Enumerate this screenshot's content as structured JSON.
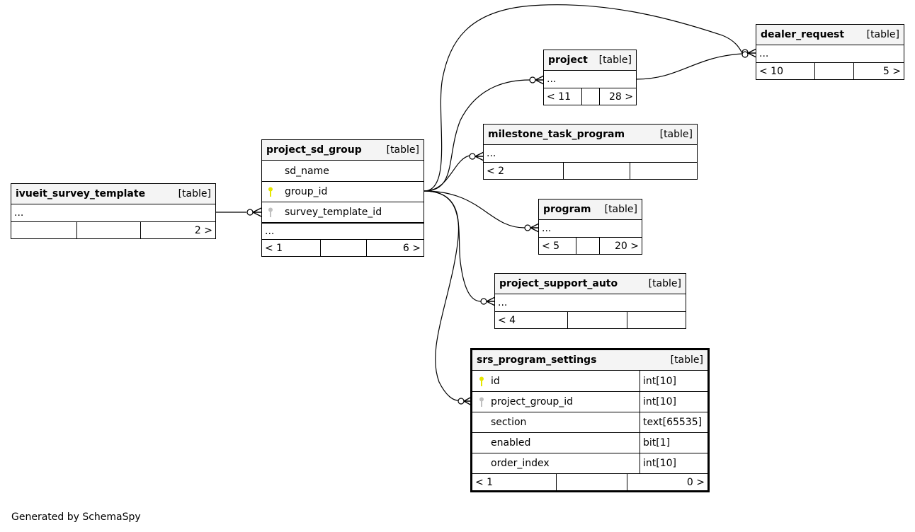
{
  "diagram": {
    "generator_label": "Generated by SchemaSpy",
    "colors": {
      "primary_key": "#e6e600",
      "foreign_key": "#c0c0c0",
      "header_bg": "#f4f4f4"
    },
    "tables": {
      "ivueit_survey_template": {
        "name": "ivueit_survey_template",
        "kind": "[table]",
        "ellipsis": "...",
        "parents": "",
        "children": "2 >"
      },
      "project_sd_group": {
        "name": "project_sd_group",
        "kind": "[table]",
        "columns": [
          {
            "name": "sd_name",
            "key": "none"
          },
          {
            "name": "group_id",
            "key": "primary-key"
          },
          {
            "name": "survey_template_id",
            "key": "foreign-key"
          }
        ],
        "ellipsis": "...",
        "parents": "< 1",
        "children": "6 >"
      },
      "dealer_request": {
        "name": "dealer_request",
        "kind": "[table]",
        "ellipsis": "...",
        "parents": "< 10",
        "children": "5 >"
      },
      "project": {
        "name": "project",
        "kind": "[table]",
        "ellipsis": "...",
        "parents": "< 11",
        "children": "28 >"
      },
      "milestone_task_program": {
        "name": "milestone_task_program",
        "kind": "[table]",
        "ellipsis": "...",
        "parents": "< 2",
        "children": ""
      },
      "program": {
        "name": "program",
        "kind": "[table]",
        "ellipsis": "...",
        "parents": "< 5",
        "children": "20 >"
      },
      "project_support_auto": {
        "name": "project_support_auto",
        "kind": "[table]",
        "ellipsis": "...",
        "parents": "< 4",
        "children": ""
      },
      "srs_program_settings": {
        "name": "srs_program_settings",
        "kind": "[table]",
        "columns": [
          {
            "name": "id",
            "type": "int[10]",
            "key": "primary-key"
          },
          {
            "name": "project_group_id",
            "type": "int[10]",
            "key": "foreign-key"
          },
          {
            "name": "section",
            "type": "text[65535]",
            "key": "none"
          },
          {
            "name": "enabled",
            "type": "bit[1]",
            "key": "none"
          },
          {
            "name": "order_index",
            "type": "int[10]",
            "key": "none"
          }
        ],
        "parents": "< 1",
        "children": "0 >"
      }
    },
    "relationships": [
      {
        "from": "ivueit_survey_template",
        "to": "project_sd_group",
        "cardinality": "one-to-zero-or-many"
      },
      {
        "from": "project_sd_group",
        "to": "dealer_request",
        "cardinality": "one-to-zero-or-many"
      },
      {
        "from": "project_sd_group",
        "to": "project",
        "cardinality": "one-to-zero-or-many"
      },
      {
        "from": "project_sd_group",
        "to": "milestone_task_program",
        "cardinality": "one-to-zero-or-many"
      },
      {
        "from": "project_sd_group",
        "to": "program",
        "cardinality": "one-to-zero-or-many"
      },
      {
        "from": "project_sd_group",
        "to": "project_support_auto",
        "cardinality": "one-to-zero-or-many"
      },
      {
        "from": "project_sd_group",
        "to": "srs_program_settings",
        "cardinality": "one-to-zero-or-many"
      },
      {
        "from": "project",
        "to": "dealer_request",
        "cardinality": "one-to-zero-or-many"
      }
    ]
  }
}
